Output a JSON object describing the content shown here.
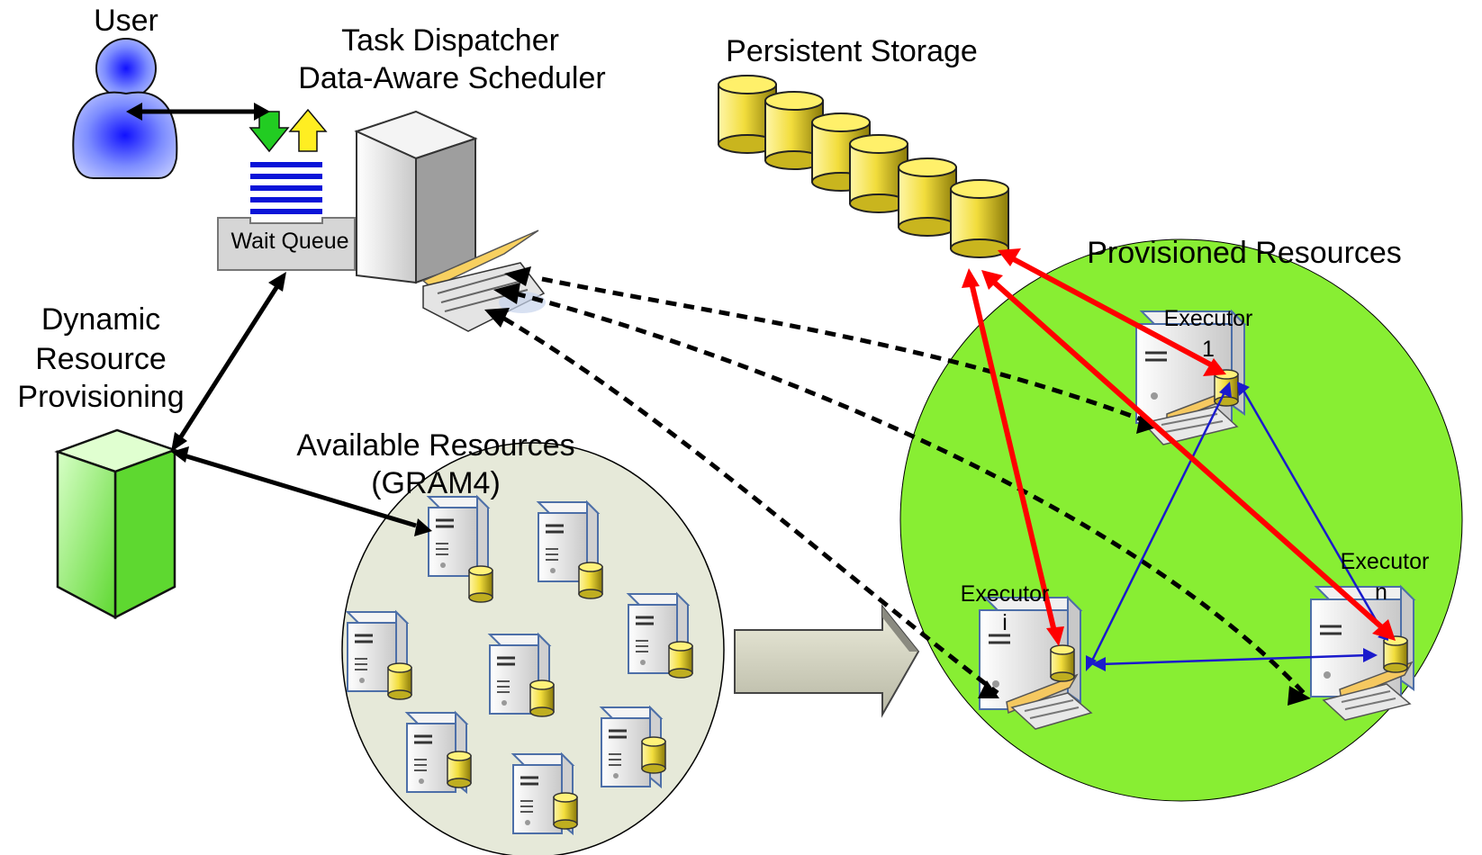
{
  "labels": {
    "user": "User",
    "dispatcher_line1": "Task Dispatcher",
    "dispatcher_line2": "Data-Aware Scheduler",
    "wait_queue": "Wait Queue",
    "persistent_storage": "Persistent Storage",
    "provisioned_resources": "Provisioned Resources",
    "drp_line1": "Dynamic",
    "drp_line2": "Resource",
    "drp_line3": "Provisioning",
    "available_line1": "Available Resources",
    "available_line2": "(GRAM4)"
  },
  "executors": [
    {
      "name": "Executor",
      "index": "1"
    },
    {
      "name": "Executor",
      "index": "i"
    },
    {
      "name": "Executor",
      "index": "n"
    }
  ],
  "colors": {
    "provisioned_fill": "#88ee33",
    "available_fill": "#e6e9d9",
    "storage_fill": "#f0e25a",
    "drp_server_fill": "#88ee55",
    "data_arrow": "#ff0000",
    "peer_arrow": "#1a1acc",
    "dispatch_arrow": "#000000",
    "queue_bars": "#0a14d8",
    "download_arrow": "#22cc22",
    "upload_arrow": "#ffee22"
  },
  "icons": [
    "user-icon",
    "download-arrow-icon",
    "upload-arrow-icon",
    "queue-icon",
    "dispatcher-server-icon",
    "storage-disk-icon",
    "provisioning-server-icon",
    "server-icon",
    "big-arrow-icon"
  ]
}
